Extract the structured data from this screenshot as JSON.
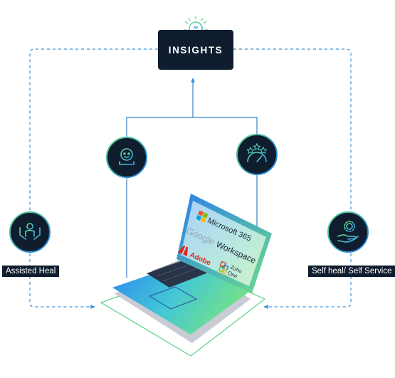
{
  "insights": {
    "label": "INSIGHTS",
    "icon": "lightbulb-icon"
  },
  "nodes": {
    "assisted_heal": {
      "label": "Assisted Heal",
      "icon": "support-person-icon"
    },
    "self_heal": {
      "label": "Self heal/ Self Service",
      "icon": "hand-gear-icon"
    },
    "chatbot": {
      "icon": "bot-laptop-icon"
    },
    "satisfaction": {
      "icon": "rating-gauge-icon"
    }
  },
  "laptop_screen": {
    "microsoft": "Microsoft 365",
    "google": "Google",
    "workspace": "Workspace",
    "adobe": "Adobe",
    "zoho": "Zoho",
    "zoho_one": "One"
  },
  "colors": {
    "navy": "#0f1d2e",
    "dashed_line": "#3a8fd8",
    "solid_line": "#3a7fc4",
    "accent_green": "#5fd68a",
    "accent_blue": "#1a78e6"
  }
}
